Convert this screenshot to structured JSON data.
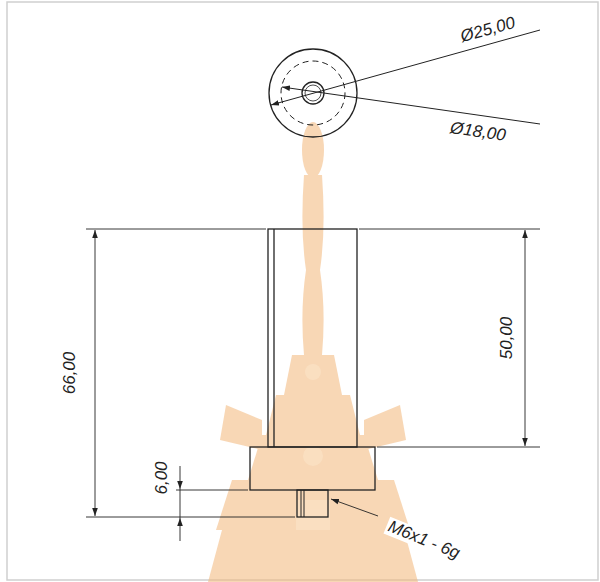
{
  "diagram": {
    "labels": [
      "Ø25,00",
      "Ø18,00",
      "66,00",
      "50,00",
      "6,00",
      "M6x1 - 6g"
    ]
  }
}
